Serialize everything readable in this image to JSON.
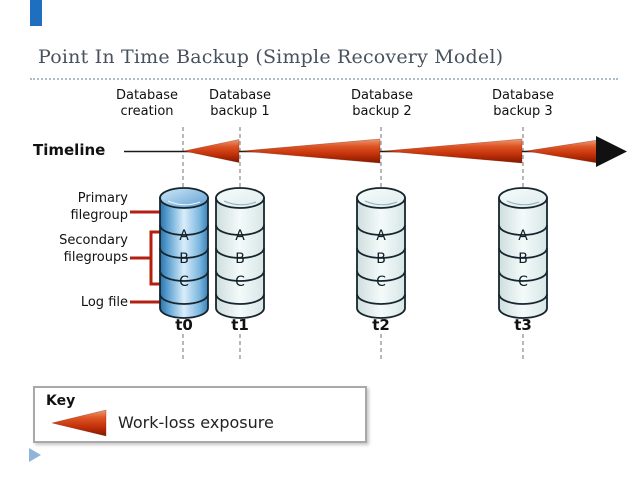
{
  "title": "Point In Time Backup (Simple Recovery Model)",
  "colors": {
    "accent_bar_blue": "#1e6fbf",
    "work_loss_red": "#c23008",
    "connector_red": "#b32010",
    "cylinder_blue": "#4b94c9",
    "cylinder_light": "#edf5f5",
    "bullet_blue": "#8fb3d9",
    "title_text": "#47525e"
  },
  "timeline": {
    "label": "Timeline"
  },
  "diagram": {
    "events": [
      {
        "label": "Database\ncreation"
      },
      {
        "label": "Database\nbackup 1"
      },
      {
        "label": "Database\nbackup 2"
      },
      {
        "label": "Database\nbackup 3"
      }
    ],
    "left_labels": [
      {
        "label": "Primary\nfilegroup"
      },
      {
        "label": "Secondary\nfilegroups"
      },
      {
        "label": "Log file"
      }
    ],
    "cylinders": [
      {
        "time_label": "t0",
        "style": "highlighted-blue",
        "sections": [
          "A",
          "B",
          "C"
        ]
      },
      {
        "time_label": "t1",
        "style": "plain",
        "sections": [
          "A",
          "B",
          "C"
        ]
      },
      {
        "time_label": "t2",
        "style": "plain",
        "sections": [
          "A",
          "B",
          "C"
        ]
      },
      {
        "time_label": "t3",
        "style": "plain",
        "sections": [
          "A",
          "B",
          "C"
        ]
      }
    ]
  },
  "key": {
    "title": "Key",
    "items": [
      {
        "icon": "work-loss-arrow-icon",
        "label": "Work-loss exposure"
      }
    ]
  }
}
